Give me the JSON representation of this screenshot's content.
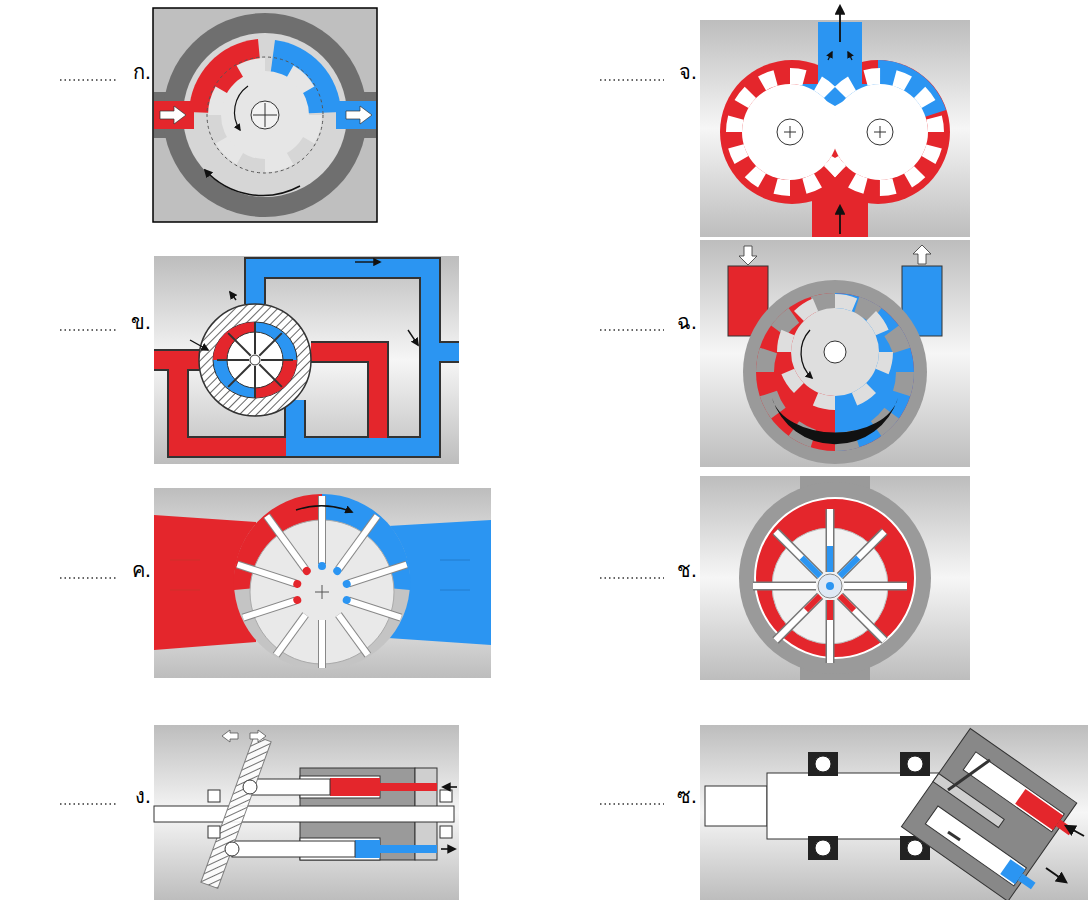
{
  "diagram": {
    "labels": [
      "ก.",
      "ข.",
      "ค.",
      "ง.",
      "จ.",
      "ฉ.",
      "ช.",
      "ซ."
    ]
  }
}
